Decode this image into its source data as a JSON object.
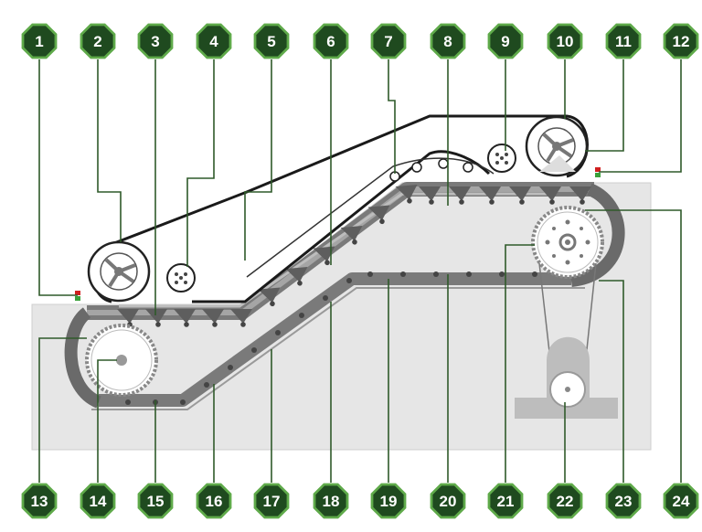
{
  "diagram": {
    "colors": {
      "badge_fill": "#1f4a1f",
      "badge_ring": "#5faa4a",
      "leader": "#2f5a2a",
      "frame": "#e3e3e3",
      "track": "#666666",
      "rail": "#1a1a1a",
      "indicator_red": "#d02020",
      "indicator_green": "#3aa03a"
    },
    "top_labels": [
      "1",
      "2",
      "3",
      "4",
      "5",
      "6",
      "7",
      "8",
      "9",
      "10",
      "11",
      "12"
    ],
    "bottom_labels": [
      "13",
      "14",
      "15",
      "16",
      "17",
      "18",
      "19",
      "20",
      "21",
      "22",
      "23",
      "24"
    ]
  }
}
